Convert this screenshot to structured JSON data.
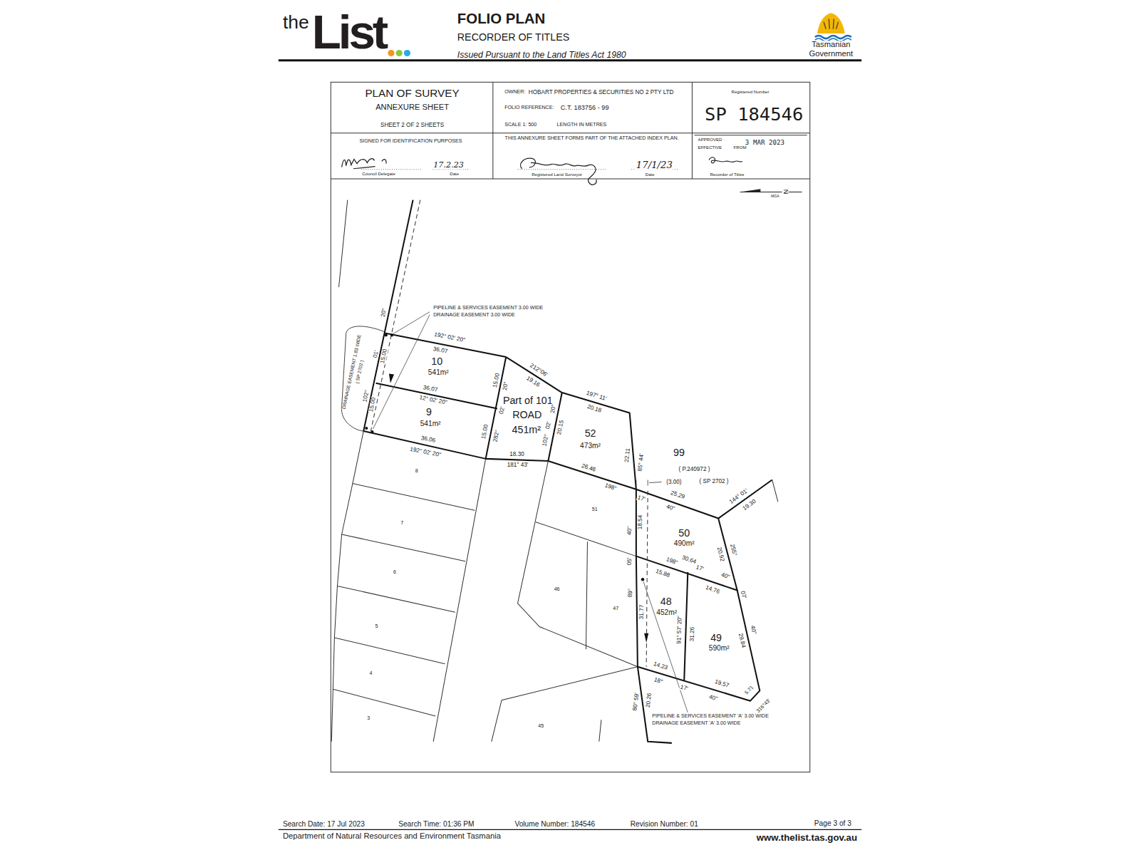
{
  "diagram": {
    "title": "FOLIO PLAN",
    "labels": [
      "the",
      "List",
      "RECORDER OF TITLES",
      "Issued Pursuant to the Land Titles Act 1980",
      "Tasmanian",
      "Government",
      "PLAN OF SURVEY",
      "ANNEXURE SHEET",
      "SHEET 2 OF 2 SHEETS",
      "OWNER:",
      "HOBART PROPERTIES & SECURITIES NO 2 PTY LTD",
      "FOLIO REFERENCE:",
      "C.T. 183756 - 99",
      "SCALE 1: 500",
      "LENGTH IN METRES",
      "Registered Number",
      "SP 184546",
      "SIGNED FOR IDENTIFICATION PURPOSES",
      "17.2.23",
      "Council Delegate",
      "Date",
      "THIS ANNEXURE SHEET FORMS PART OF THE ATTACHED INDEX PLAN.",
      "17/1/23",
      "Registered Land Surveyor",
      "Date",
      "APPROVED",
      "EFFECTIVE",
      "FROM",
      "3 MAR 2023",
      "Recorder of Titles",
      "N",
      "MGA",
      "PIPELINE & SERVICES EASEMENT 3.00 WIDE",
      "DRAINAGE EASEMENT 3.00 WIDE",
      "20\"",
      "01'",
      "15.00",
      "102°",
      "15.00",
      "DRAINAGE EASEMENT 1.83 WIDE",
      "( SP 2702 )",
      "10",
      "541m²",
      "192° 02' 20\"",
      "36.07",
      "36.07",
      "12° 02' 20\"",
      "9",
      "541m²",
      "36.06",
      "192° 02' 20\"",
      "15.00",
      "20\"",
      "02'",
      "15.00",
      "282°",
      "212°06'",
      "19.16",
      "Part of 101",
      "ROAD",
      "451m²",
      "197° 11'",
      "20.18",
      "20\"",
      "02'",
      "102°",
      "20.15",
      "52",
      "473m²",
      "22.11",
      "85° 44'",
      "18.30",
      "181° 43'",
      "26.46",
      "198°",
      "17'",
      "40\"",
      "25.29",
      "99",
      "( P.240972 )",
      "( SP 2702 )",
      "(3.00)",
      "144° 01'",
      "19.30",
      "51",
      "18.54",
      "40\"",
      "50",
      "490m²",
      "255°",
      "20.92",
      "30.64",
      "198°",
      "17'",
      "40\"",
      "05'",
      "15.88",
      "14.76",
      "07'",
      "40\"",
      "29.84",
      "46",
      "47",
      "89°",
      "31.77",
      "48",
      "452m²",
      "91° 57' 20\"",
      "31.26",
      "49",
      "590m²",
      "14.23",
      "18°",
      "17'",
      "40\"",
      "19.57",
      "5.71",
      "316°43'",
      "80° 59'",
      "20.26",
      "PIPELINE & SERVICES EASEMENT 'A' 3.00 WIDE",
      "DRAINAGE EASEMENT 'A' 3.00 WIDE",
      "8",
      "7",
      "6",
      "5",
      "4",
      "3",
      "45",
      "Search Date: 17 Jul 2023",
      "Search Time: 01:36 PM",
      "Volume Number: 184546",
      "Revision Number: 01",
      "Page 3 of 3",
      "Department of Natural Resources and Environment Tasmania",
      "www.thelist.tas.gov.au"
    ]
  }
}
